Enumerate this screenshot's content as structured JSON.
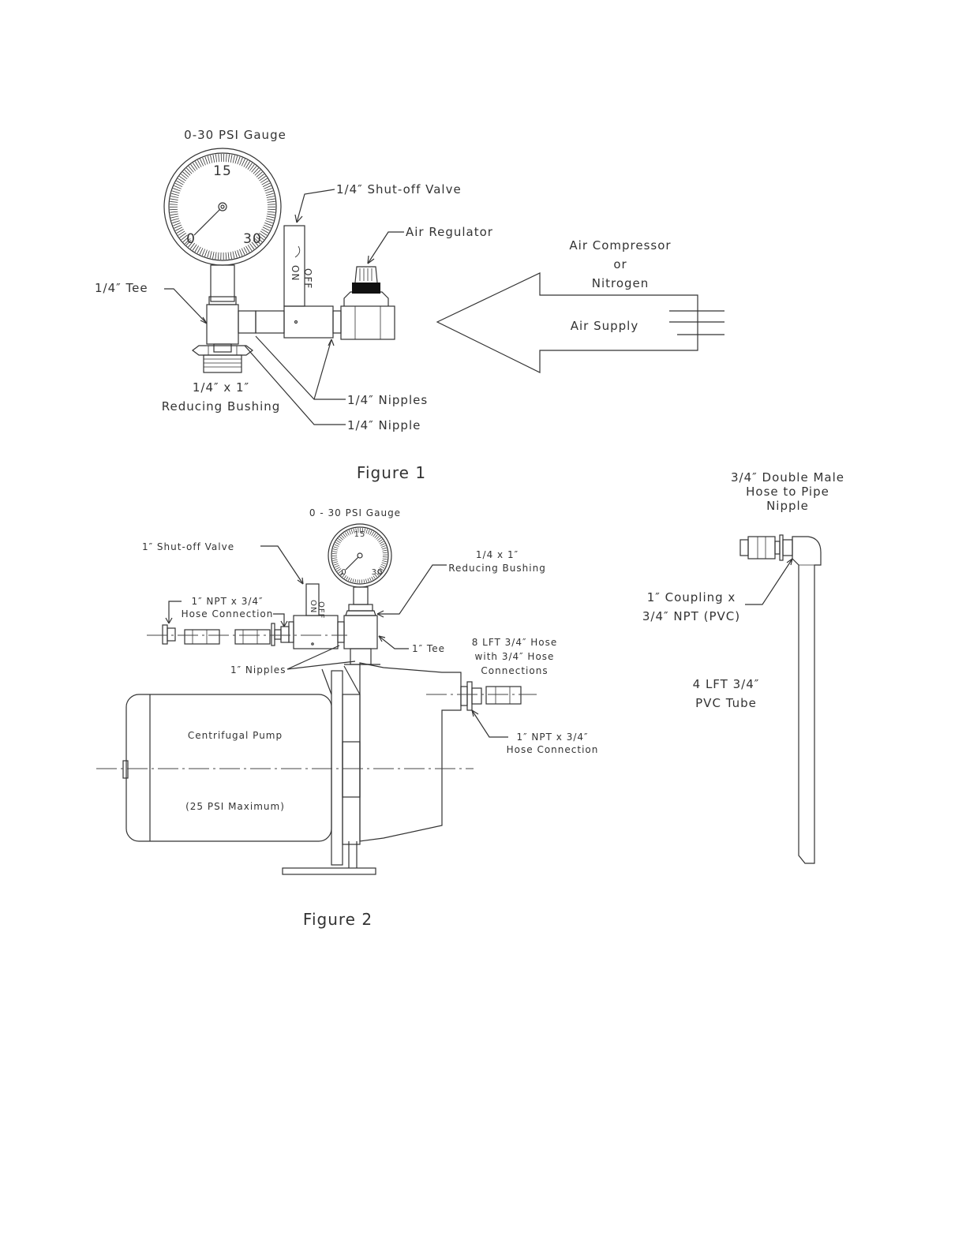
{
  "figure1": {
    "caption": "Figure 1",
    "gauge_label": "0-30 PSI Gauge",
    "gauge_ticks": [
      "0",
      "15",
      "30"
    ],
    "valve_label": "1/4″ Shut-off Valve",
    "valve_marks": [
      "ON",
      "OFF"
    ],
    "regulator_label": "Air Regulator",
    "tee_label": "1/4″ Tee",
    "bushing_label": [
      "1/4″ x 1″",
      "Reducing Bushing"
    ],
    "nipples_label": "1/4″ Nipples",
    "nipple_label": "1/4″ Nipple",
    "source_label": [
      "Air Compressor",
      "or",
      "Nitrogen"
    ],
    "supply_label": "Air Supply"
  },
  "figure2": {
    "caption": "Figure 2",
    "gauge_label": "0 - 30 PSI Gauge",
    "gauge_ticks": [
      "0",
      "15",
      "30"
    ],
    "valve_label": "1″ Shut-off Valve",
    "valve_marks": [
      "ON",
      "OFF"
    ],
    "bushing_label": [
      "1/4 x 1″",
      "Reducing Bushing"
    ],
    "hose_conn_left_label": [
      "1″ NPT x 3/4″",
      "Hose Connection"
    ],
    "tee_label": "1″ Tee",
    "hose_label": [
      "8 LFT 3/4″ Hose",
      "with 3/4″ Hose",
      "Connections"
    ],
    "nipples_label": "1″ Nipples",
    "pump_label": "Centrifugal Pump",
    "pump_max_label": "(25 PSI Maximum)",
    "hose_conn_right_label": [
      "1″ NPT x 3/4″",
      "Hose Connection"
    ]
  },
  "figure_side": {
    "nipple_label": [
      "3/4″ Double Male",
      "Hose to Pipe",
      "Nipple"
    ],
    "coupling_label": [
      "1″ Coupling x",
      "3/4″ NPT (PVC)"
    ],
    "tube_label": [
      "4 LFT 3/4″",
      "PVC Tube"
    ]
  }
}
